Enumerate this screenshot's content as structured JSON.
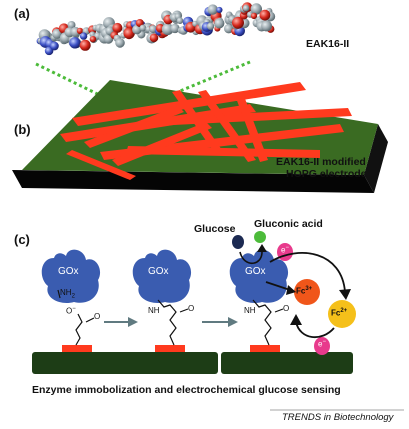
{
  "panels": {
    "a": {
      "label": "(a)",
      "caption": "EAK16-II"
    },
    "b": {
      "label": "(b)",
      "caption_line1": "EAK16-II modified",
      "caption_line2": "HOPG electrode"
    },
    "c": {
      "label": "(c)",
      "glucose": "Glucose",
      "gluconic_acid": "Gluconic acid",
      "gox": "GOx",
      "nh2": "NH",
      "nh2_sub": "2",
      "nh": "NH",
      "o_minus": "O",
      "o": "O",
      "fc3": "Fc",
      "fc3_sup": "3+",
      "fc2": "Fc",
      "fc2_sup": "2+",
      "electron": "e",
      "electron_sup": "−",
      "caption": "Enzyme immobolization and electrochemical glucose sensing"
    }
  },
  "footer": {
    "source": "TRENDS in Biotechnology"
  },
  "colors": {
    "electrode_top": "#3a6b22",
    "electrode_side": "#050505",
    "stripe": "#ff3a1e",
    "dotted_line": "#4cbb3a",
    "gox_blue": "#3a5cb0",
    "pad_dark": "#1d3d16",
    "fc3_orange": "#f0561a",
    "fc2_yellow": "#f5c01a",
    "electron_pink": "#e83a8c",
    "glucose_navy": "#1c2a52",
    "gluconic_green": "#4cbb3a",
    "arrow_gray": "#607a80"
  },
  "icons": [
    "peptide-molecule-icon",
    "gox-enzyme-icon",
    "electrode-pad-icon",
    "curved-arrow-icon"
  ]
}
